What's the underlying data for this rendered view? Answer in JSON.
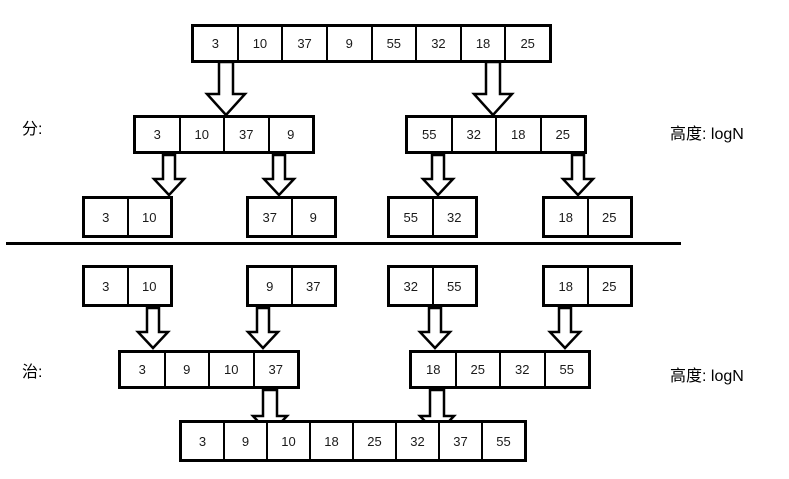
{
  "diagram": {
    "title_labels": {
      "divide": "分:",
      "conquer": "治:"
    },
    "height_labels": {
      "divide_height": "高度: logN",
      "conquer_height": "高度: logN"
    },
    "colors": {
      "background": "#ffffff",
      "stroke": "#000000",
      "text": "#1a1a1a"
    }
  },
  "divide": {
    "level0": {
      "values": [
        "3",
        "10",
        "37",
        "9",
        "55",
        "32",
        "18",
        "25"
      ]
    },
    "level1": [
      {
        "values": [
          "3",
          "10",
          "37",
          "9"
        ]
      },
      {
        "values": [
          "55",
          "32",
          "18",
          "25"
        ]
      }
    ],
    "level2": [
      {
        "values": [
          "3",
          "10"
        ]
      },
      {
        "values": [
          "37",
          "9"
        ]
      },
      {
        "values": [
          "55",
          "32"
        ]
      },
      {
        "values": [
          "18",
          "25"
        ]
      }
    ]
  },
  "conquer": {
    "level0": [
      {
        "values": [
          "3",
          "10"
        ]
      },
      {
        "values": [
          "9",
          "37"
        ]
      },
      {
        "values": [
          "32",
          "55"
        ]
      },
      {
        "values": [
          "18",
          "25"
        ]
      }
    ],
    "level1": [
      {
        "values": [
          "3",
          "9",
          "10",
          "37"
        ]
      },
      {
        "values": [
          "18",
          "25",
          "32",
          "55"
        ]
      }
    ],
    "level2": {
      "values": [
        "3",
        "9",
        "10",
        "18",
        "25",
        "32",
        "37",
        "55"
      ]
    }
  },
  "arrows": {
    "icon": "block-arrow-down-icon",
    "count": 14
  }
}
